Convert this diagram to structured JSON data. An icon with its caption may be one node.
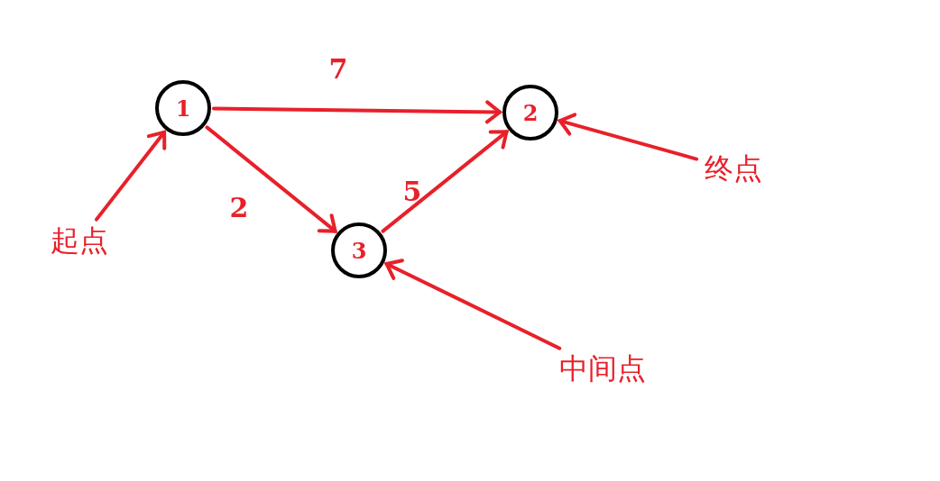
{
  "diagram": {
    "nodes": [
      {
        "text": [
          "1"
        ]
      },
      {
        "text": [
          "2"
        ]
      },
      {
        "text": [
          "3"
        ]
      },
      {
        "text": [
          "起点"
        ]
      },
      {
        "text": [
          "终点"
        ]
      },
      {
        "text": [
          "中间点"
        ]
      }
    ],
    "edges": [
      {
        "from": 0,
        "to": 1,
        "arrow": "to",
        "label": "7"
      },
      {
        "from": 0,
        "to": 2,
        "arrow": "to",
        "label": "2"
      },
      {
        "from": 2,
        "to": 1,
        "arrow": "to",
        "label": "5"
      },
      {
        "from": 3,
        "to": 0,
        "arrow": "to"
      },
      {
        "from": 4,
        "to": 1,
        "arrow": "to"
      },
      {
        "from": 5,
        "to": 2,
        "arrow": "to"
      }
    ]
  }
}
